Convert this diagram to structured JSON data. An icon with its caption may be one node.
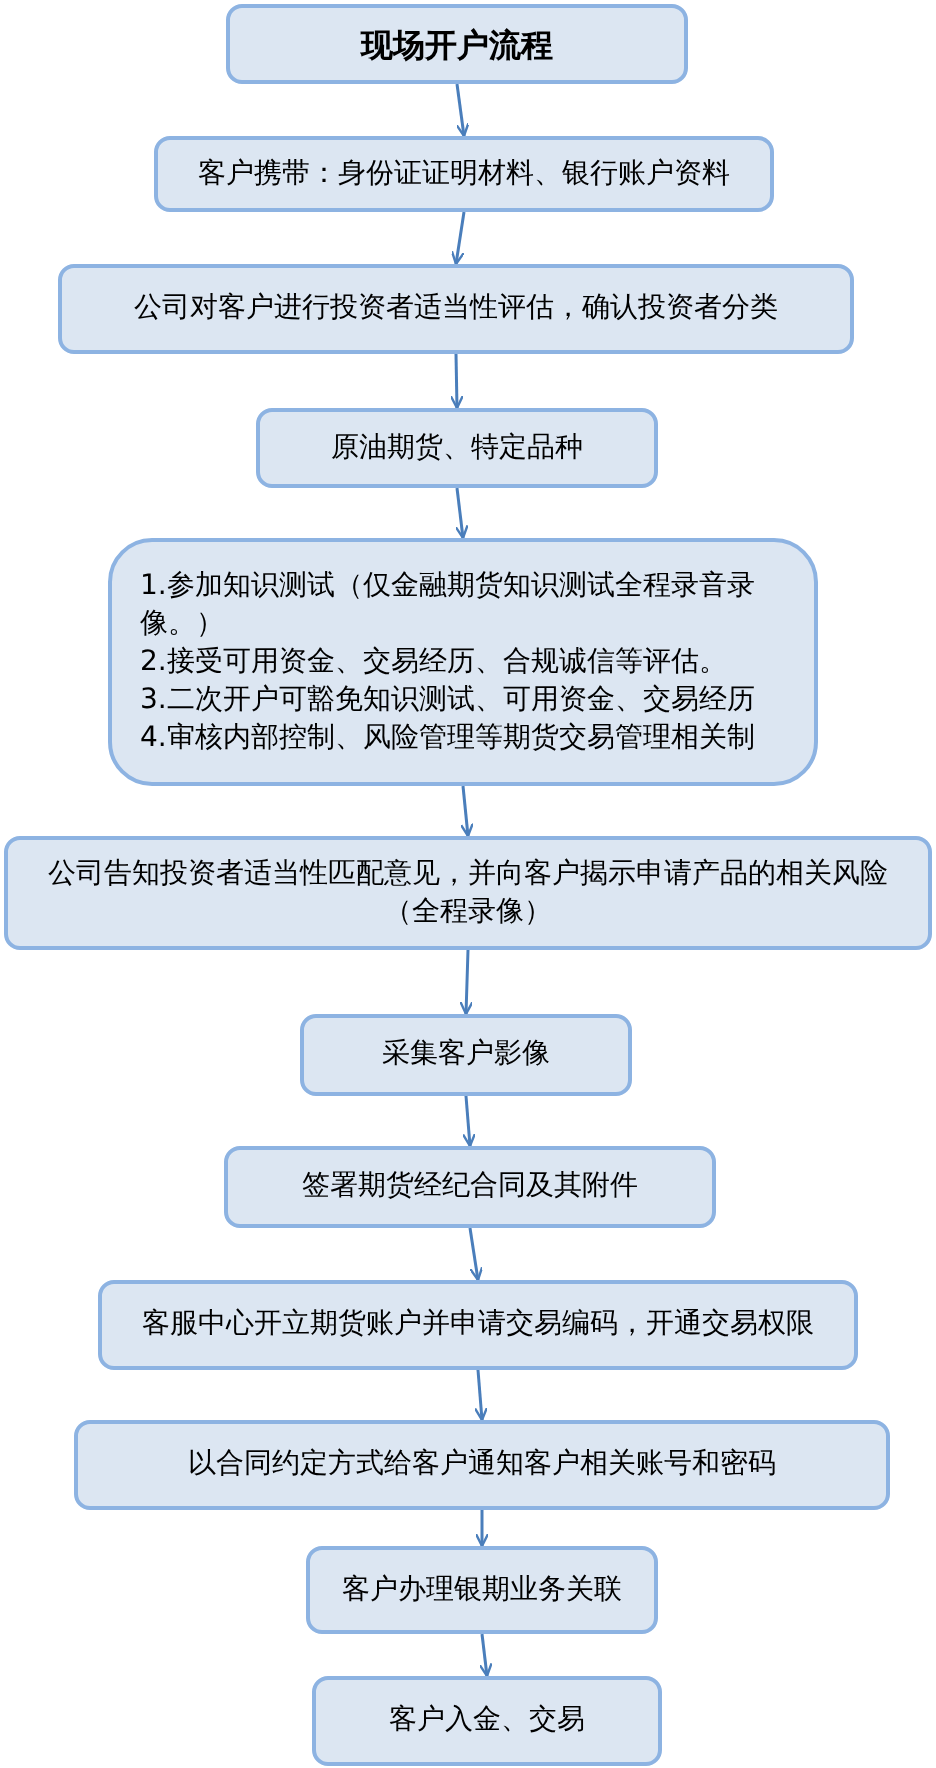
{
  "diagram": {
    "nodes": [
      {
        "text": [
          "现场开户流程"
        ]
      },
      {
        "text": [
          "客户携带：身份证证明材料、银行账户资料"
        ]
      },
      {
        "text": [
          "公司对客户进行投资者适当性评估，确认投资者分类"
        ]
      },
      {
        "text": [
          "原油期货、特定品种"
        ]
      },
      {
        "text": [
          "1.参加知识测试（仅金融期货知识测试全程录音录像。）",
          "2.接受可用资金、交易经历、合规诚信等评估。",
          "3.二次开户可豁免知识测试、可用资金、交易经历",
          "4.审核内部控制、风险管理等期货交易管理相关制"
        ]
      },
      {
        "text": [
          "公司告知投资者适当性匹配意见，并向客户揭示申请产品的相关风险（全程录像）"
        ]
      },
      {
        "text": [
          "采集客户影像"
        ]
      },
      {
        "text": [
          "签署期货经纪合同及其附件"
        ]
      },
      {
        "text": [
          "客服中心开立期货账户并申请交易编码，开通交易权限"
        ]
      },
      {
        "text": [
          "以合同约定方式给客户通知客户相关账号和密码"
        ]
      },
      {
        "text": [
          "客户办理银期业务关联"
        ]
      },
      {
        "text": [
          "客户入金、交易"
        ]
      }
    ],
    "edges": [
      {
        "from": 0,
        "to": 1,
        "arrow": "to"
      },
      {
        "from": 1,
        "to": 2,
        "arrow": "to"
      },
      {
        "from": 2,
        "to": 3,
        "arrow": "to"
      },
      {
        "from": 3,
        "to": 4,
        "arrow": "to"
      },
      {
        "from": 4,
        "to": 5,
        "arrow": "to"
      },
      {
        "from": 5,
        "to": 6,
        "arrow": "to"
      },
      {
        "from": 6,
        "to": 7,
        "arrow": "to"
      },
      {
        "from": 7,
        "to": 8,
        "arrow": "to"
      },
      {
        "from": 8,
        "to": 9,
        "arrow": "to"
      },
      {
        "from": 9,
        "to": 10,
        "arrow": "to"
      },
      {
        "from": 10,
        "to": 11,
        "arrow": "to"
      }
    ]
  }
}
